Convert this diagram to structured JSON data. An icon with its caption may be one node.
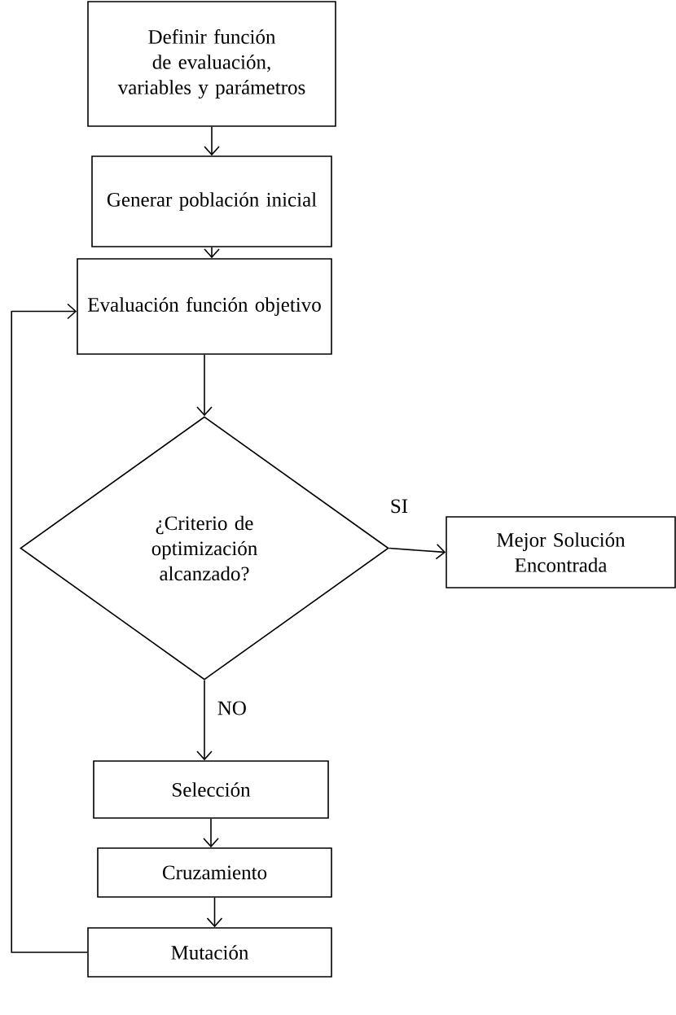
{
  "diagram": {
    "nodes": [
      {
        "text": [
          "Definir función de evaluación, variables y parámetros"
        ]
      },
      {
        "text": [
          "Generar población inicial"
        ]
      },
      {
        "text": [
          "Evaluación función objetivo"
        ]
      },
      {
        "text": [
          "¿Criterio de optimización alcanzado?"
        ]
      },
      {
        "text": [
          "Mejor Solución Encontrada"
        ]
      },
      {
        "text": [
          "Selección"
        ]
      },
      {
        "text": [
          "Cruzamiento"
        ]
      },
      {
        "text": [
          "Mutación"
        ]
      }
    ],
    "edges": [
      {
        "from": 0,
        "to": 1,
        "arrow": "to"
      },
      {
        "from": 1,
        "to": 2,
        "arrow": "to"
      },
      {
        "from": 2,
        "to": 3,
        "arrow": "to"
      },
      {
        "from": 3,
        "to": 4,
        "arrow": "to",
        "label": "SI"
      },
      {
        "from": 3,
        "to": 5,
        "arrow": "to",
        "label": "NO"
      },
      {
        "from": 5,
        "to": 6,
        "arrow": "to"
      },
      {
        "from": 6,
        "to": 7,
        "arrow": "to"
      },
      {
        "from": 7,
        "to": 2,
        "arrow": "to"
      }
    ]
  }
}
